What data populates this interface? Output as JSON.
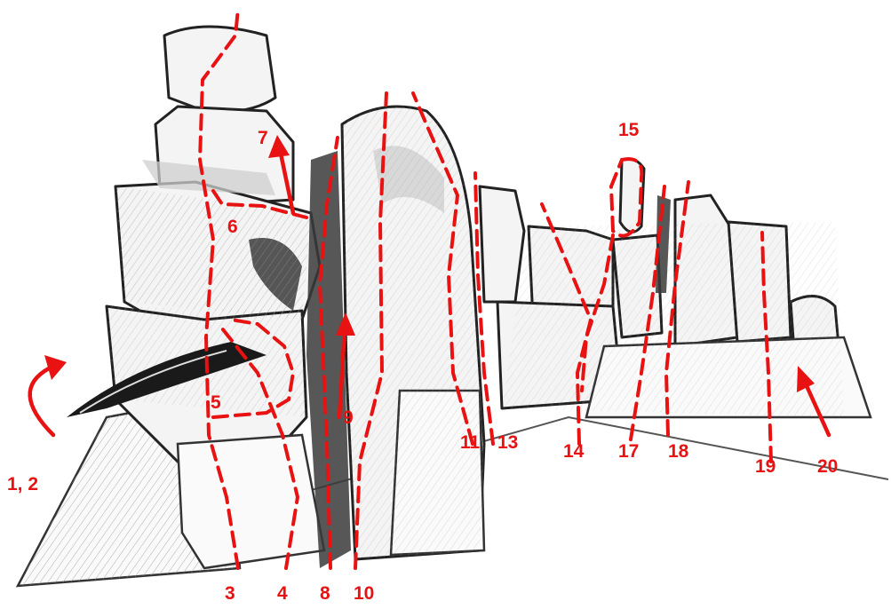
{
  "topo": {
    "route_labels": {
      "r12": "1, 2",
      "r3": "3",
      "r4": "4",
      "r5": "5",
      "r6": "6",
      "r7": "7",
      "r8": "8",
      "r9": "9",
      "r10": "10",
      "r11": "11",
      "r13": "13",
      "r14": "14",
      "r15": "15",
      "r17": "17",
      "r18": "18",
      "r19": "19",
      "r20": "20"
    },
    "colors": {
      "route_line": "#e81212",
      "rock_outline": "#222222",
      "background": "#ffffff"
    }
  }
}
